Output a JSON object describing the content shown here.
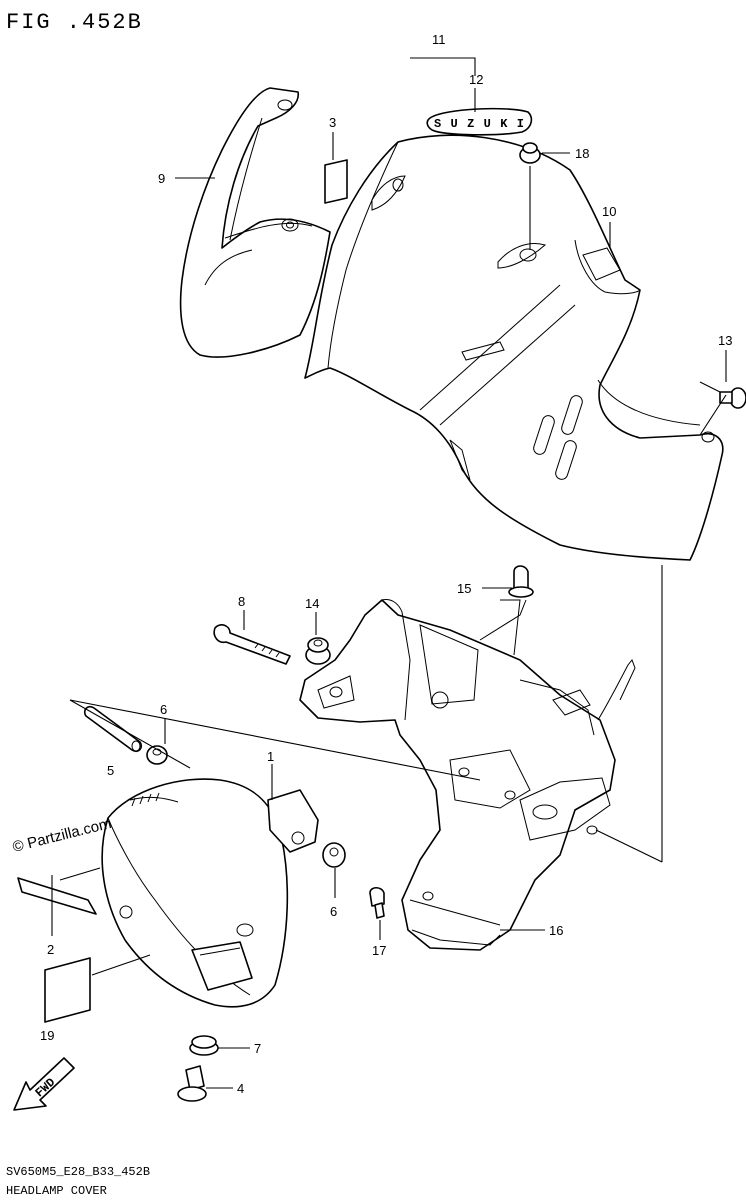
{
  "figure": {
    "title": "FIG .452B",
    "model_code": "SV650M5_E28_B33_452B",
    "section_name": "HEADLAMP COVER",
    "watermark": "© Partzilla.com",
    "fwd_label": "FWD",
    "emblem_text": "SUZUKI"
  },
  "callouts": {
    "c1": "1",
    "c2": "2",
    "c3": "3",
    "c4": "4",
    "c5": "5",
    "c6a": "6",
    "c6b": "6",
    "c7": "7",
    "c8": "8",
    "c9": "9",
    "c10": "10",
    "c11": "11",
    "c12": "12",
    "c13": "13",
    "c14": "14",
    "c15": "15",
    "c16": "16",
    "c17": "17",
    "c18": "18",
    "c19": "19"
  }
}
